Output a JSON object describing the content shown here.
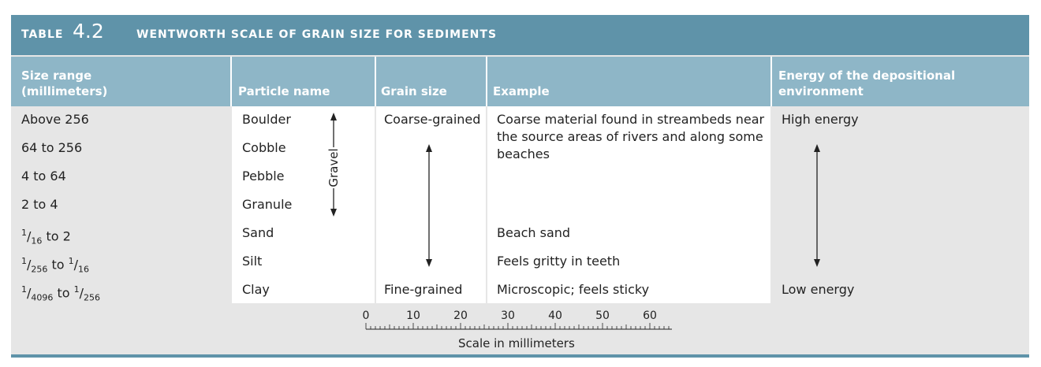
{
  "table": {
    "label": "TABLE",
    "number": "4.2",
    "title": "WENTWORTH SCALE OF GRAIN SIZE FOR SEDIMENTS",
    "columns": [
      "Size range\n(millimeters)",
      "Particle name",
      "Grain size",
      "Example",
      "Energy of the depositional\nenvironment"
    ],
    "rows": [
      {
        "size": "Above 256",
        "particle": "Boulder"
      },
      {
        "size": "64 to 256",
        "particle": "Cobble"
      },
      {
        "size": "4 to 64",
        "particle": "Pebble"
      },
      {
        "size": "2 to 4",
        "particle": "Granule"
      },
      {
        "size_parts": [
          "1",
          "16",
          "to 2"
        ],
        "particle": "Sand"
      },
      {
        "size_parts": [
          "1",
          "256",
          "to",
          "1",
          "16"
        ],
        "particle": "Silt"
      },
      {
        "size_parts": [
          "1",
          "4096",
          "to",
          "1",
          "256"
        ],
        "particle": "Clay"
      }
    ],
    "gravel_label": "Gravel",
    "grain_coarse": "Coarse-grained",
    "grain_fine": "Fine-grained",
    "examples": {
      "coarse": "Coarse material found in streambeds near the source areas of rivers and along some beaches",
      "sand": "Beach sand",
      "silt": "Feels gritty in teeth",
      "clay": "Microscopic; feels sticky"
    },
    "energy_high": "High energy",
    "energy_low": "Low energy"
  },
  "scale": {
    "ticks": [
      "0",
      "10",
      "20",
      "30",
      "40",
      "50",
      "60"
    ],
    "caption": "Scale in millimeters"
  },
  "colors": {
    "title_bar": "#5f93a9",
    "header_row": "#8eb6c7",
    "body_gray": "#e6e6e6"
  }
}
